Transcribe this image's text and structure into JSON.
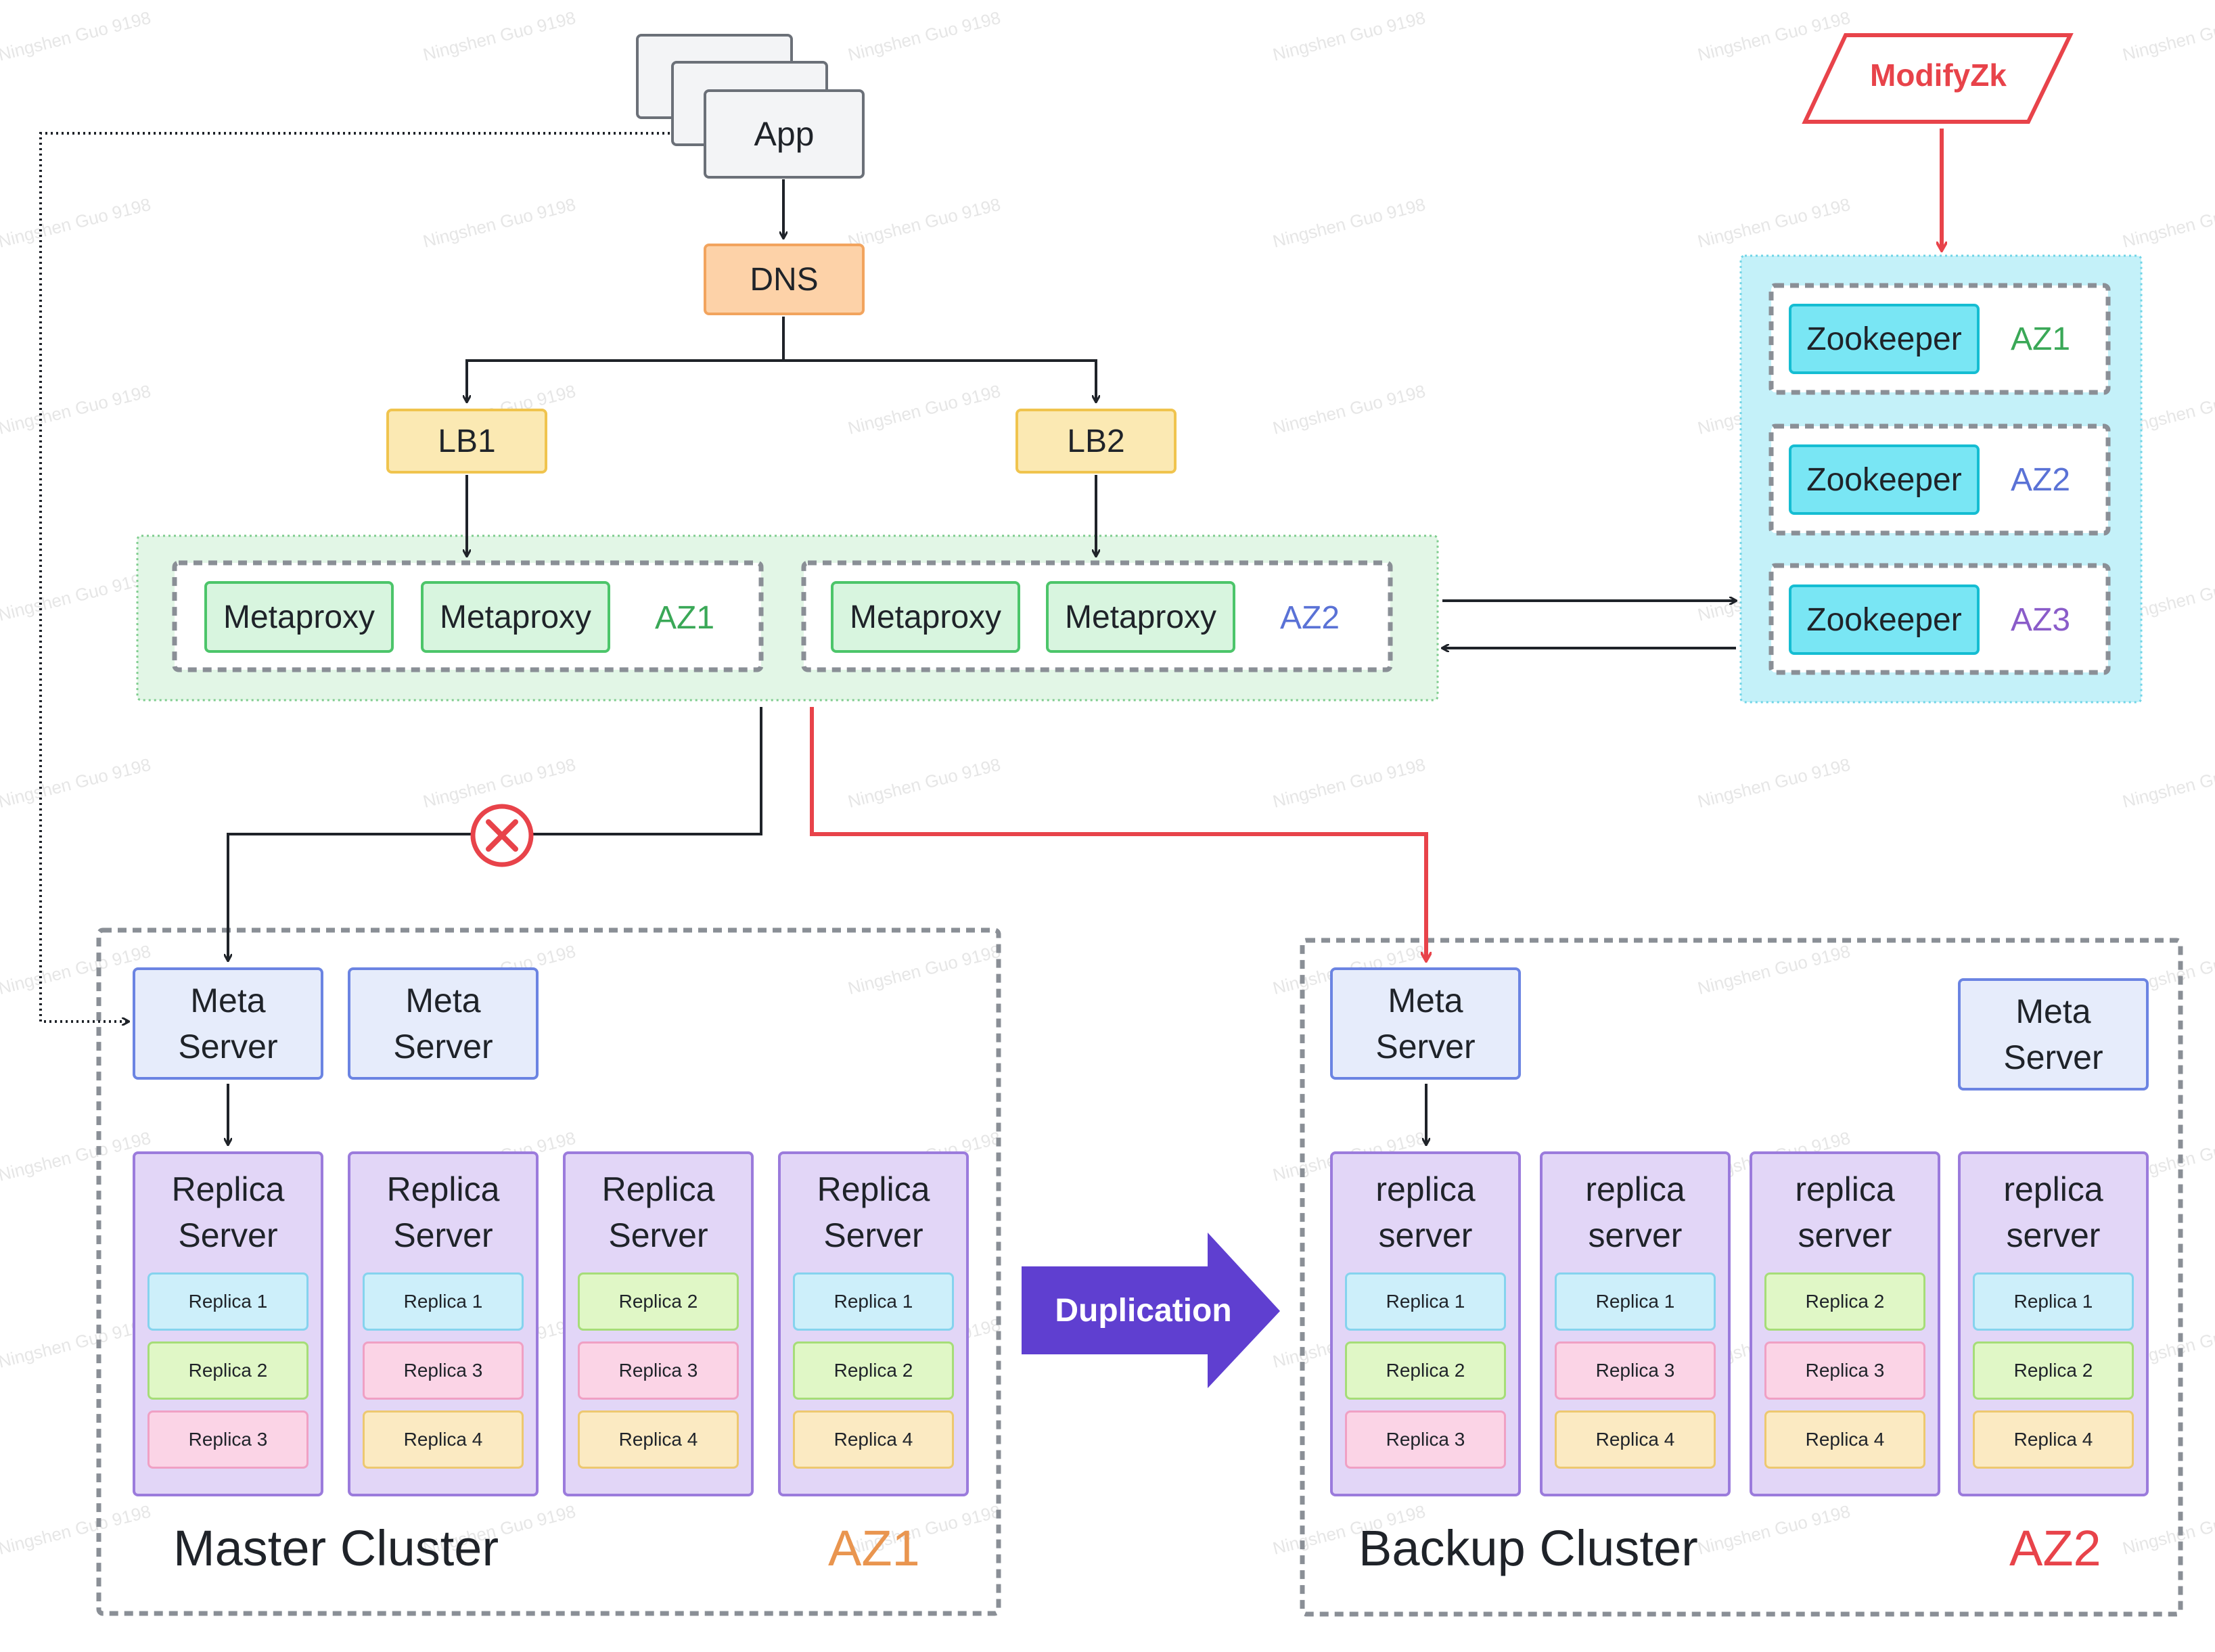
{
  "app": {
    "label": "App"
  },
  "dns": {
    "label": "DNS"
  },
  "lb1": {
    "label": "LB1"
  },
  "lb2": {
    "label": "LB2"
  },
  "modifyzk": {
    "label": "ModifyZk"
  },
  "metaproxy": {
    "az1_group": {
      "items": [
        "Metaproxy",
        "Metaproxy"
      ],
      "az": "AZ1"
    },
    "az2_group": {
      "items": [
        "Metaproxy",
        "Metaproxy"
      ],
      "az": "AZ2"
    }
  },
  "zookeeper": [
    {
      "label": "Zookeeper",
      "az": "AZ1"
    },
    {
      "label": "Zookeeper",
      "az": "AZ2"
    },
    {
      "label": "Zookeeper",
      "az": "AZ3"
    }
  ],
  "master": {
    "title": "Master Cluster",
    "az": "AZ1",
    "meta_servers": [
      [
        "Meta",
        "Server"
      ],
      [
        "Meta",
        "Server"
      ]
    ],
    "replica_servers": [
      {
        "title": [
          "Replica",
          "Server"
        ],
        "replicas": [
          "Replica 1",
          "Replica 2",
          "Replica 3"
        ]
      },
      {
        "title": [
          "Replica",
          "Server"
        ],
        "replicas": [
          "Replica 1",
          "Replica 3",
          "Replica 4"
        ]
      },
      {
        "title": [
          "Replica",
          "Server"
        ],
        "replicas": [
          "Replica 2",
          "Replica 3",
          "Replica 4"
        ]
      },
      {
        "title": [
          "Replica",
          "Server"
        ],
        "replicas": [
          "Replica 1",
          "Replica 2",
          "Replica 4"
        ]
      }
    ]
  },
  "backup": {
    "title": "Backup Cluster",
    "az": "AZ2",
    "meta_servers": [
      [
        "Meta",
        "Server"
      ],
      [
        "Meta",
        "Server"
      ]
    ],
    "replica_servers": [
      {
        "title": [
          "replica",
          "server"
        ],
        "replicas": [
          "Replica 1",
          "Replica 2",
          "Replica 3"
        ]
      },
      {
        "title": [
          "replica",
          "server"
        ],
        "replicas": [
          "Replica 1",
          "Replica 3",
          "Replica 4"
        ]
      },
      {
        "title": [
          "replica",
          "server"
        ],
        "replicas": [
          "Replica 2",
          "Replica 3",
          "Replica 4"
        ]
      },
      {
        "title": [
          "replica",
          "server"
        ],
        "replicas": [
          "Replica 1",
          "Replica 2",
          "Replica 4"
        ]
      }
    ]
  },
  "duplication": {
    "label": "Duplication"
  },
  "watermark": {
    "text": "Ningshen Guo 9198"
  },
  "colors": {
    "red": "#e8434a",
    "duplication_arrow": "#5f3fd0",
    "az_green": "#3aa857",
    "az_blue": "#5a72d6",
    "az_purple": "#8a5cc9",
    "az_orange": "#e9954f",
    "replica_blue": "#cdeffa",
    "replica_green": "#e0f7c6",
    "replica_pink": "#fbd4e6",
    "replica_yellow": "#fbeac2"
  },
  "replica_colors": {
    "Replica 1": "c-blue",
    "Replica 2": "c-green",
    "Replica 3": "c-pink",
    "Replica 4": "c-yellow"
  }
}
